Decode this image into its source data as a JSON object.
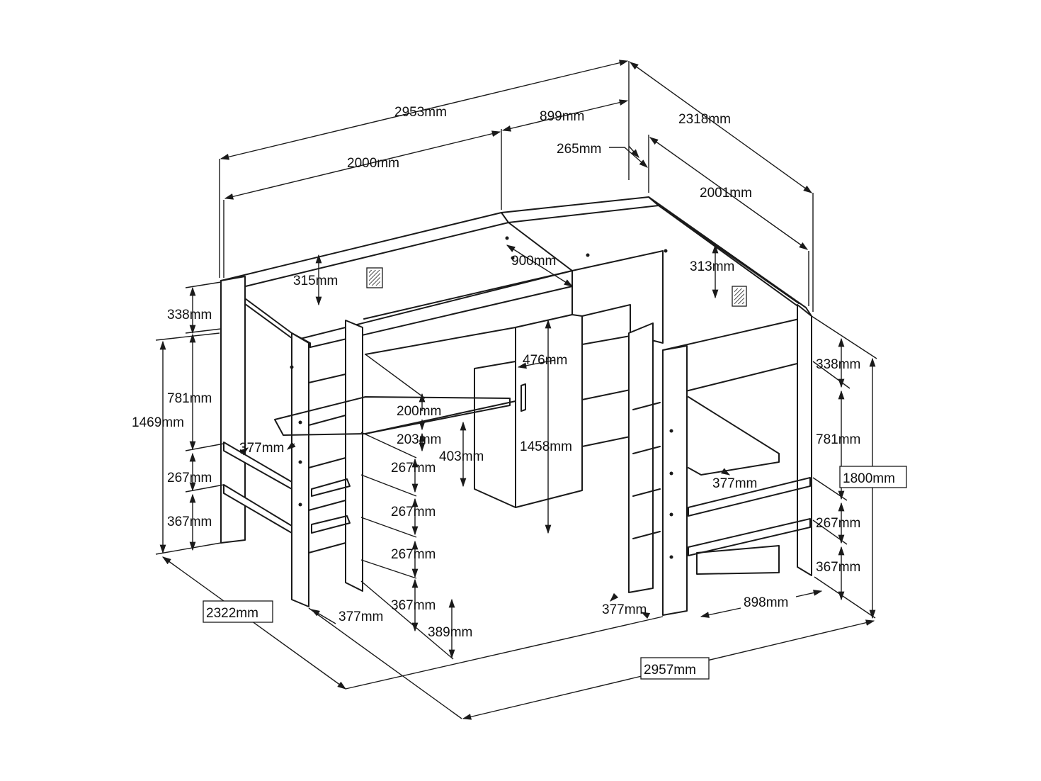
{
  "labels": {
    "d2953": "2953mm",
    "d899": "899mm",
    "d2318": "2318mm",
    "d2000": "2000mm",
    "d265": "265mm",
    "d2001": "2001mm",
    "d900": "900mm",
    "d315": "315mm",
    "d313": "313mm",
    "d338l": "338mm",
    "d781l": "781mm",
    "d1469": "1469mm",
    "d267l": "267mm",
    "d367l": "367mm",
    "d377a": "377mm",
    "d476": "476mm",
    "d200": "200mm",
    "d203": "203mm",
    "d403": "403mm",
    "d1458": "1458mm",
    "d267c1": "267mm",
    "d267c2": "267mm",
    "d267c3": "267mm",
    "d367c": "367mm",
    "d389": "389mm",
    "d377b": "377mm",
    "d2322": "2322mm",
    "d2957": "2957mm",
    "d338r": "338mm",
    "d781r": "781mm",
    "d1800": "1800mm",
    "d377r": "377mm",
    "d267r": "267mm",
    "d367r": "367mm",
    "d377c": "377mm",
    "d898": "898mm"
  }
}
